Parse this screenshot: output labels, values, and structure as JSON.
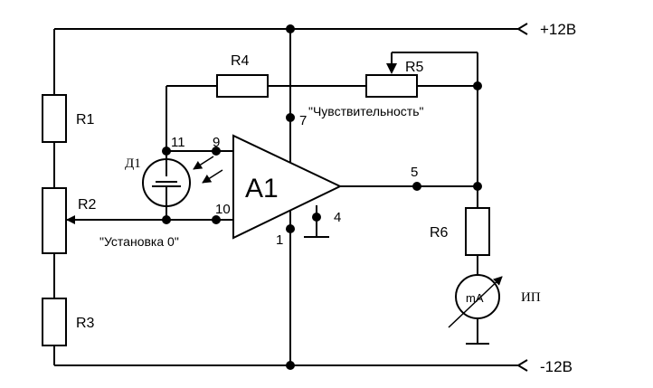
{
  "rails": {
    "positive": "+12В",
    "negative": "-12В"
  },
  "components": {
    "r1": "R1",
    "r2": "R2",
    "r3": "R3",
    "r4": "R4",
    "r5": "R5",
    "r6": "R6",
    "d1": "Д1",
    "a1": "A1",
    "meter_unit": "mA",
    "meter": "ИП"
  },
  "pins": {
    "p11": "11",
    "p9": "9",
    "p10": "10",
    "p7": "7",
    "p5": "5",
    "p4": "4",
    "p1": "1"
  },
  "annotations": {
    "sensitivity": "\"Чувствительность\"",
    "zero_setting": "\"Установка 0\""
  }
}
